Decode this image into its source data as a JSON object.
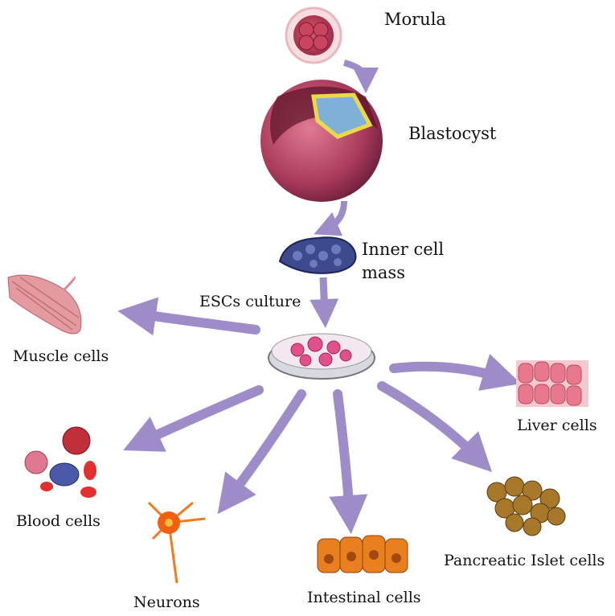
{
  "colors": {
    "arrow": "#9d8cc8",
    "morula": "#c0405a",
    "blastocyst": "#a8395a",
    "inner_cell_mass": "#3d4a8e",
    "dish_cells": "#e0508a"
  },
  "labels": {
    "morula": "Morula",
    "blastocyst": "Blastocyst",
    "inner_cell_line1": "Inner cell",
    "inner_cell_line2": "mass",
    "escs_culture": "ESCs culture",
    "muscle": "Muscle cells",
    "liver": "Liver cells",
    "blood": "Blood cells",
    "neurons": "Neurons",
    "intestinal": "Intestinal cells",
    "pancreatic": "Pancreatic Islet cells"
  }
}
